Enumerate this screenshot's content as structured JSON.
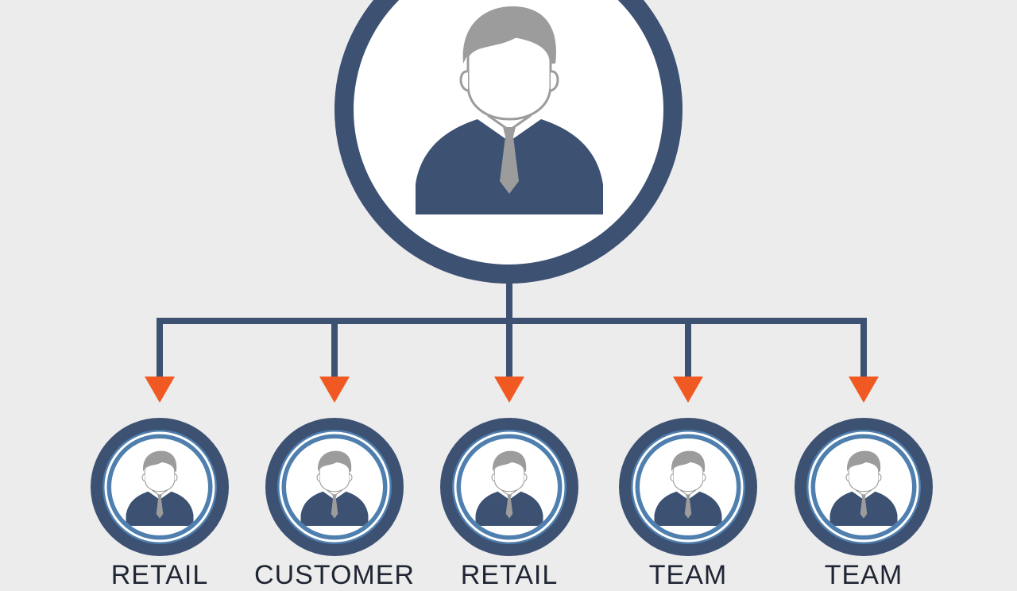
{
  "colors": {
    "background": "#ececec",
    "ring_navy": "#3d5173",
    "ring_blue": "#4f7fae",
    "connector": "#3d5173",
    "arrow": "#f05a22",
    "avatar_gray": "#9c9c9c",
    "face_white": "#ffffff",
    "suit": "#3d5173",
    "label_text": "#1f2533"
  },
  "root": {
    "icon": "businessman-avatar-icon"
  },
  "children": [
    {
      "icon": "businessman-avatar-icon",
      "label": "RETAIL"
    },
    {
      "icon": "businessman-avatar-icon",
      "label": "CUSTOMER"
    },
    {
      "icon": "businessman-avatar-icon",
      "label": "RETAIL"
    },
    {
      "icon": "businessman-avatar-icon",
      "label": "TEAM"
    },
    {
      "icon": "businessman-avatar-icon",
      "label": "TEAM"
    }
  ]
}
